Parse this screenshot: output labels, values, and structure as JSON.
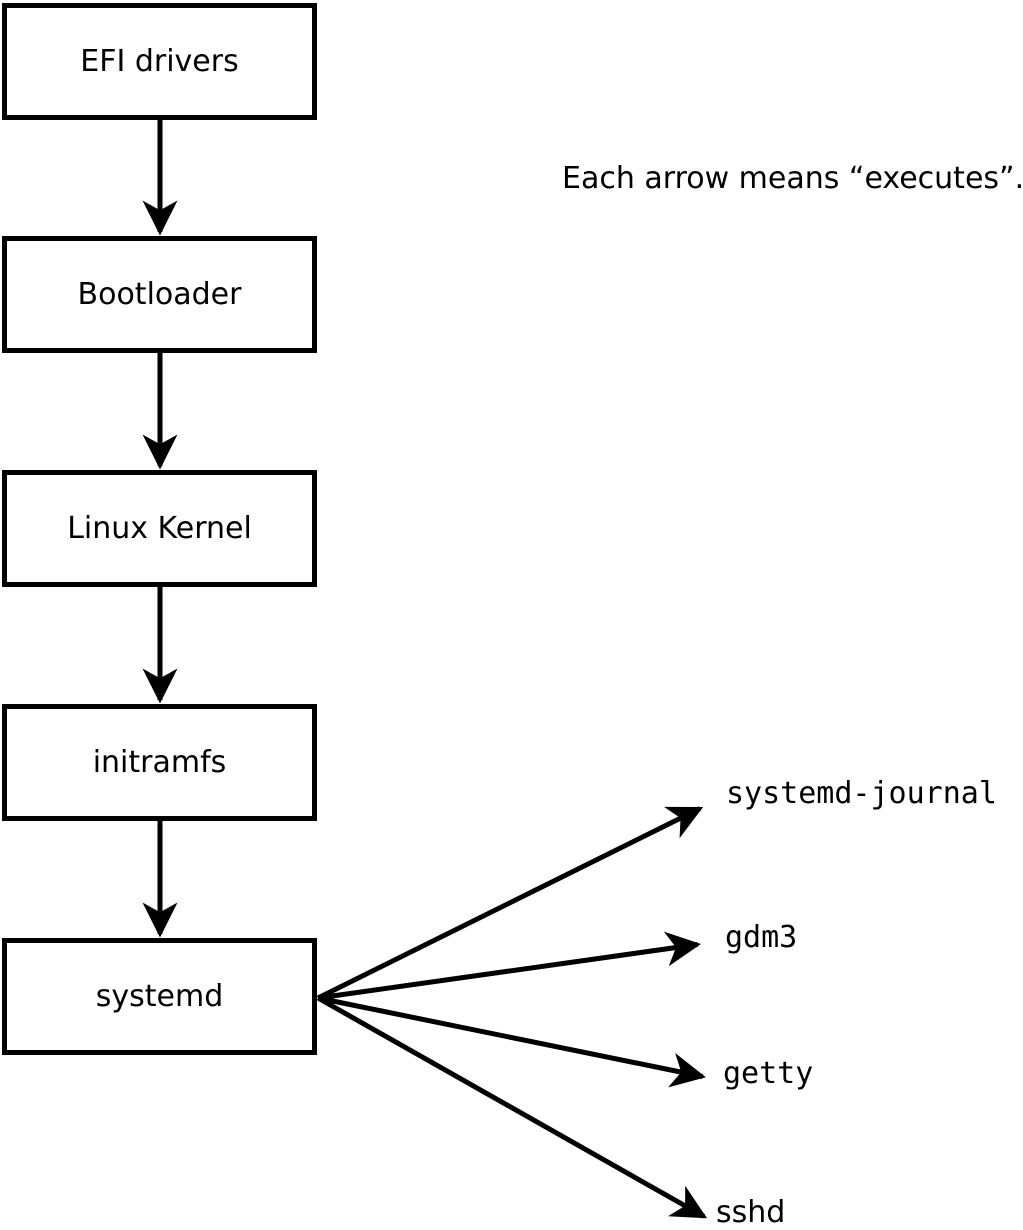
{
  "diagram": {
    "note": "Each arrow means “executes”.",
    "colors": {
      "line": "#000000",
      "background": "#ffffff",
      "box_fill": "#ffffff",
      "text": "#000000"
    },
    "chain": [
      {
        "label": "EFI drivers"
      },
      {
        "label": "Bootloader"
      },
      {
        "label": "Linux Kernel"
      },
      {
        "label": "initramfs"
      },
      {
        "label": "systemd"
      }
    ],
    "spawned": [
      {
        "label": "systemd-journal"
      },
      {
        "label": "gdm3"
      },
      {
        "label": "getty"
      },
      {
        "label": "sshd"
      }
    ]
  }
}
